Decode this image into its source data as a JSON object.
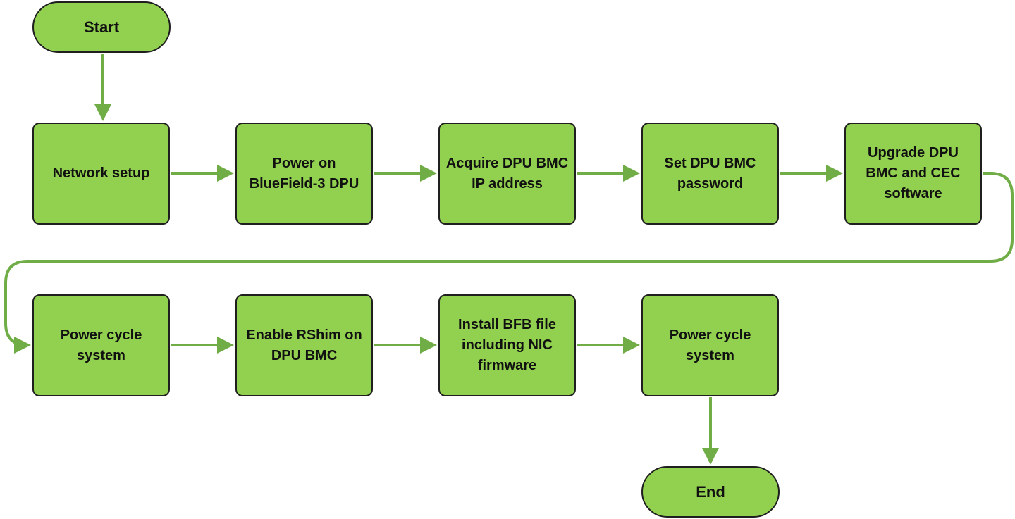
{
  "colors": {
    "node_fill": "#92d050",
    "node_border": "#1f1f1f",
    "connector": "#70ad47",
    "text": "#111111"
  },
  "flow": {
    "start": "Start",
    "steps": [
      "Network setup",
      "Power on\nBlueField-3 DPU",
      "Acquire DPU BMC\nIP address",
      "Set DPU BMC\npassword",
      "Upgrade DPU\nBMC and CEC\nsoftware",
      "Power cycle\nsystem",
      "Enable RShim on\nDPU BMC",
      "Install BFB file\nincluding NIC\nfirmware",
      "Power cycle\nsystem"
    ],
    "end": "End"
  }
}
